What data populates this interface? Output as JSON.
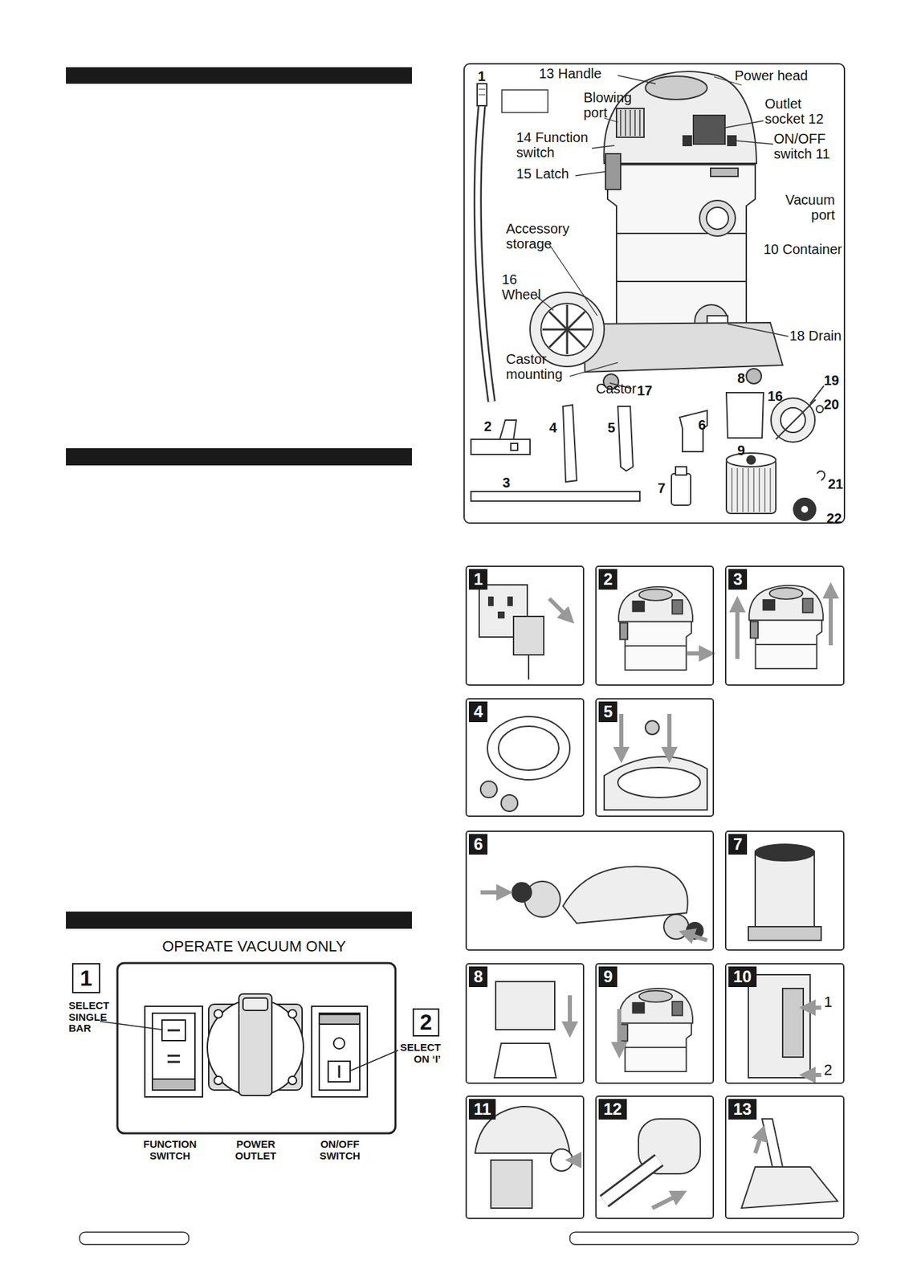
{
  "diagram": {
    "nodes": [
      {
        "text": [
          "1"
        ]
      },
      {
        "text": [
          "2"
        ]
      },
      {
        "text": [
          "3"
        ]
      },
      {
        "text": [
          "4"
        ]
      },
      {
        "text": [
          "5"
        ]
      },
      {
        "text": [
          "6"
        ]
      },
      {
        "text": [
          "7"
        ]
      },
      {
        "text": [
          "8"
        ]
      },
      {
        "text": [
          "9"
        ]
      },
      {
        "text": [
          "10"
        ]
      },
      {
        "text": [
          "11"
        ]
      },
      {
        "text": [
          "12"
        ]
      },
      {
        "text": [
          "13"
        ]
      },
      {
        "text": [
          "1"
        ]
      },
      {
        "text": [
          "2"
        ]
      }
    ],
    "labels": [
      "1",
      "13 Handle",
      "Power head",
      "Blowing port",
      "Outlet socket 12",
      "14 Function switch",
      "ON/OFF switch 11",
      "15 Latch",
      "Vacuum port",
      "Accessory storage",
      "10 Container",
      "16 Wheel",
      "18 Drain",
      "Castor mounting",
      "Castor",
      "17",
      "2",
      "4",
      "5",
      "6",
      "8",
      "16",
      "19",
      "20",
      "3",
      "7",
      "9",
      "21",
      "22",
      "1",
      "2",
      "OPERATE VACUUM ONLY",
      "SELECT SINGLE BAR",
      "SELECT ON ‘I’",
      "FUNCTION SWITCH",
      "POWER OUTLET",
      "ON/OFF SWITCH"
    ]
  }
}
